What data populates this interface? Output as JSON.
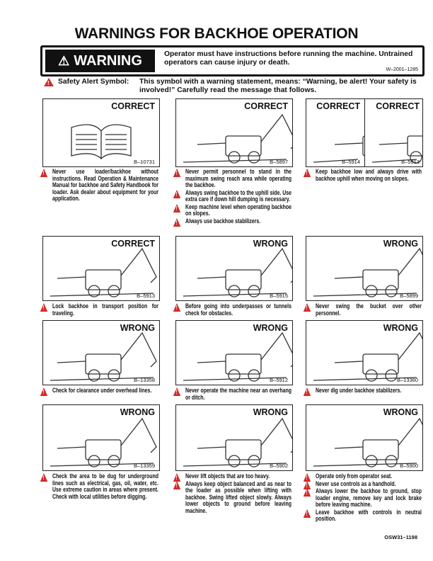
{
  "title": "WARNINGS FOR BACKHOE OPERATION",
  "warning": {
    "label": "WARNING",
    "text": "Operator must have instructions before running the machine. Untrained operators can cause injury or death.",
    "code": "W–2001–1285"
  },
  "alert": {
    "label": "Safety Alert Symbol:",
    "text": "This symbol with a warning statement, means: “Warning, be alert! Your safety is involved!” Carefully read the message that follows."
  },
  "panels": [
    {
      "tag": "CORRECT",
      "code": "B–10731",
      "items": [
        "Never use loader/backhoe without instructions. Read Operation & Maintenance Manual for backhoe and Safety Handbook for loader. Ask dealer about equipment for your application."
      ]
    },
    {
      "tag": "CORRECT",
      "code": "B–5897",
      "items": [
        "Never permit personnel to stand in the maximum swing reach area while operating the backhoe.",
        "Always swing backhoe to the uphill side. Use extra care if down hill dumping is necessary.",
        "Keep machine level when operating backhoe on slopes.",
        "Always use backhoe stabilizers."
      ]
    },
    {
      "tag": "CORRECT",
      "code": "B–5914",
      "tag2": "CORRECT",
      "code2": "B–5913",
      "items": [
        "Keep backhoe low and always drive with backhoe uphill when moving on slopes."
      ]
    },
    {
      "tag": "CORRECT",
      "code": "B–5913",
      "items": [
        "Lock backhoe in transport position for traveling."
      ]
    },
    {
      "tag": "WRONG",
      "code": "B–5915",
      "items": [
        "Before going into underpasses or tunnels check for obstacles."
      ]
    },
    {
      "tag": "WRONG",
      "code": "B–5899",
      "items": [
        "Never swing the bucket over other personnel."
      ]
    },
    {
      "tag": "WRONG",
      "code": "B–13358",
      "items": [
        "Check for clearance under overhead lines."
      ]
    },
    {
      "tag": "WRONG",
      "code": "B–5912",
      "items": [
        "Never operate the machine near an overhang or ditch."
      ]
    },
    {
      "tag": "WRONG",
      "code": "B–13360",
      "items": [
        "Never dig under backhoe stabilizers."
      ]
    },
    {
      "tag": "WRONG",
      "code": "B–13359",
      "items": [
        "Check the area to be dug for underground lines such as electrical, gas, oil, water, etc. Use extreme caution in areas where present. Check with local utilities before digging."
      ]
    },
    {
      "tag": "WRONG",
      "code": "B–5902",
      "items": [
        "Never lift objects that are too heavy.",
        "Always keep object balanced and as near to the loader as possible when lifting with backhoe. Swing lifted object slowly. Always lower objects to ground before leaving machine."
      ]
    },
    {
      "tag": "WRONG",
      "code": "B–5900",
      "items": [
        "Operate only from operator seat.",
        "Never use controls as a handhold.",
        "Always lower the backhoe to ground, stop loader engine, remove key and lock brake before leaving machine.",
        "Leave backhoe with controls in neutral position."
      ]
    }
  ],
  "footer_code": "OSW31–1198"
}
